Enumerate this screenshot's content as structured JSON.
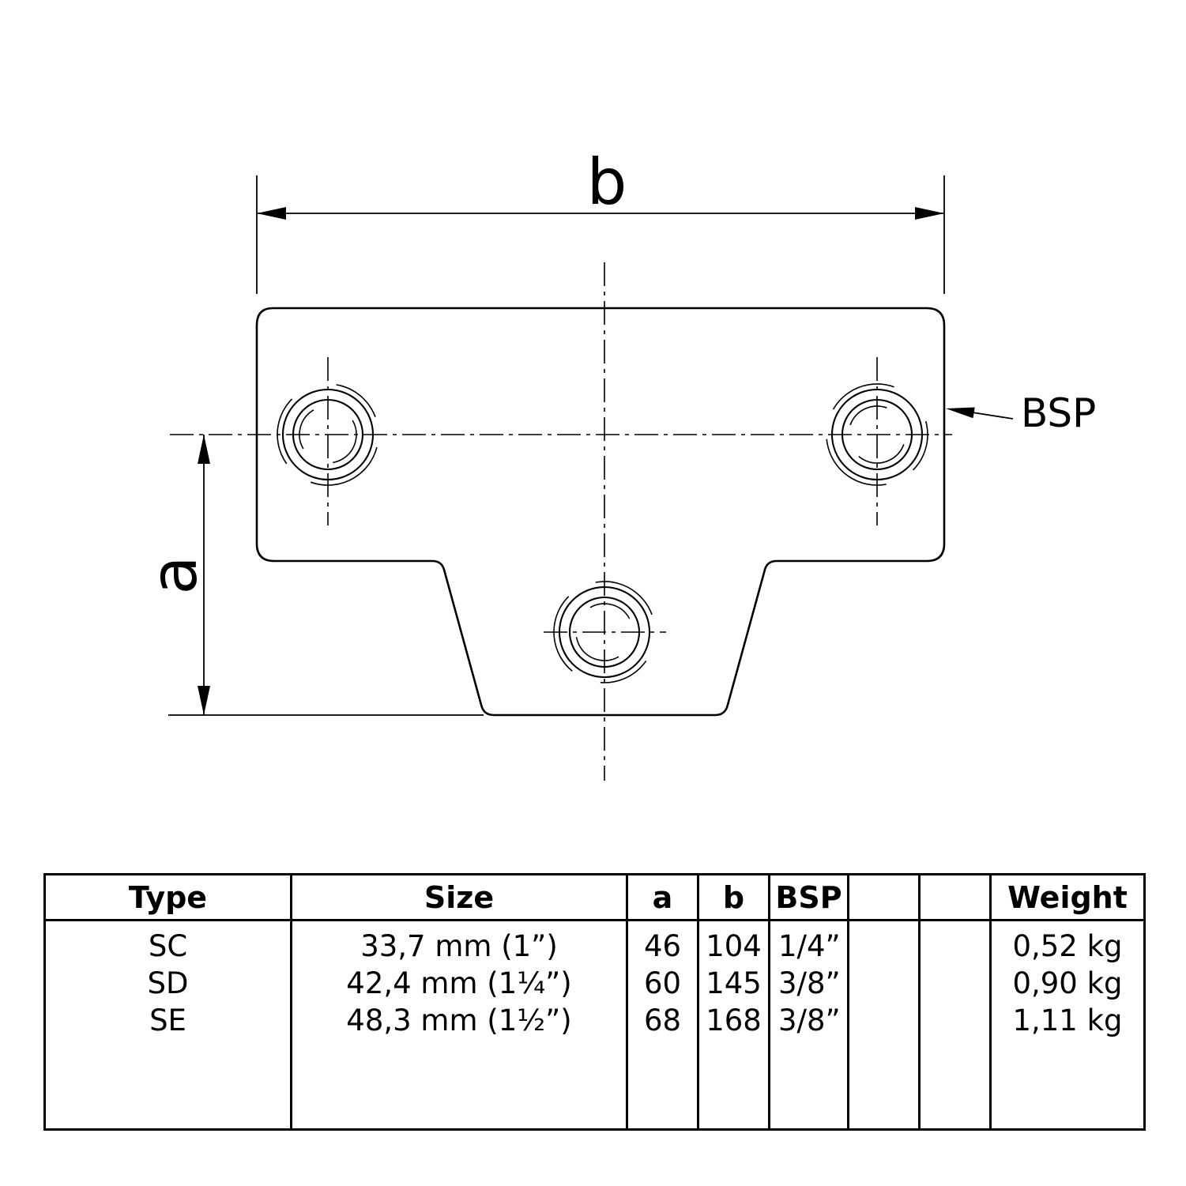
{
  "drawing": {
    "dim_b_label": "b",
    "dim_a_label": "a",
    "bsp_label": "BSP"
  },
  "table": {
    "headers": [
      "Type",
      "Size",
      "a",
      "b",
      "BSP",
      "",
      "",
      "Weight"
    ],
    "rows": [
      {
        "type": "SC",
        "size": "33,7 mm (1”)",
        "a": "46",
        "b": "104",
        "bsp": "1/4”",
        "weight": "0,52 kg"
      },
      {
        "type": "SD",
        "size": "42,4 mm (1¼”)",
        "a": "60",
        "b": "145",
        "bsp": "3/8”",
        "weight": "0,90 kg"
      },
      {
        "type": "SE",
        "size": "48,3 mm (1½”)",
        "a": "68",
        "b": "168",
        "bsp": "3/8”",
        "weight": "1,11 kg"
      }
    ]
  },
  "colors": {
    "line": "#000000",
    "background": "#ffffff"
  }
}
